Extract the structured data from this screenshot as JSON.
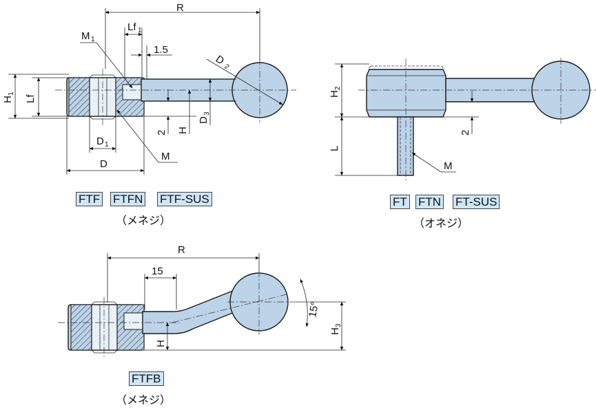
{
  "top_left_view": {
    "dims": {
      "R": "R",
      "M1": "M",
      "M1_sub": "1",
      "Lf1": "Lf",
      "Lf1_sub": "1",
      "val_1_5": "1.5",
      "D2": "D",
      "D2_sub": "2",
      "H1": "H",
      "H1_sub": "1",
      "Lf": "Lf",
      "D3": "D",
      "D3_sub": "3",
      "H": "H",
      "val_2": "2",
      "D1": "D",
      "D1_sub": "1",
      "D": "D",
      "M": "M"
    },
    "models": [
      "FTF",
      "FTFN",
      "FTF-SUS"
    ],
    "caption": "（メネジ）"
  },
  "top_right_view": {
    "dims": {
      "H2": "H",
      "H2_sub": "2",
      "L": "L",
      "val_2": "2",
      "M": "M"
    },
    "models": [
      "FT",
      "FTN",
      "FT-SUS"
    ],
    "caption": "（オネジ）"
  },
  "bottom_view": {
    "dims": {
      "R": "R",
      "val_15": "15",
      "angle": "15°",
      "H3": "H",
      "H3_sub": "3",
      "H": "H"
    },
    "models": [
      "FTFB"
    ],
    "caption": "（メネジ）"
  },
  "colors": {
    "part_fill": "#bcd3e8",
    "label_fill": "#cfe6f6",
    "line": "#1a1a1a"
  }
}
